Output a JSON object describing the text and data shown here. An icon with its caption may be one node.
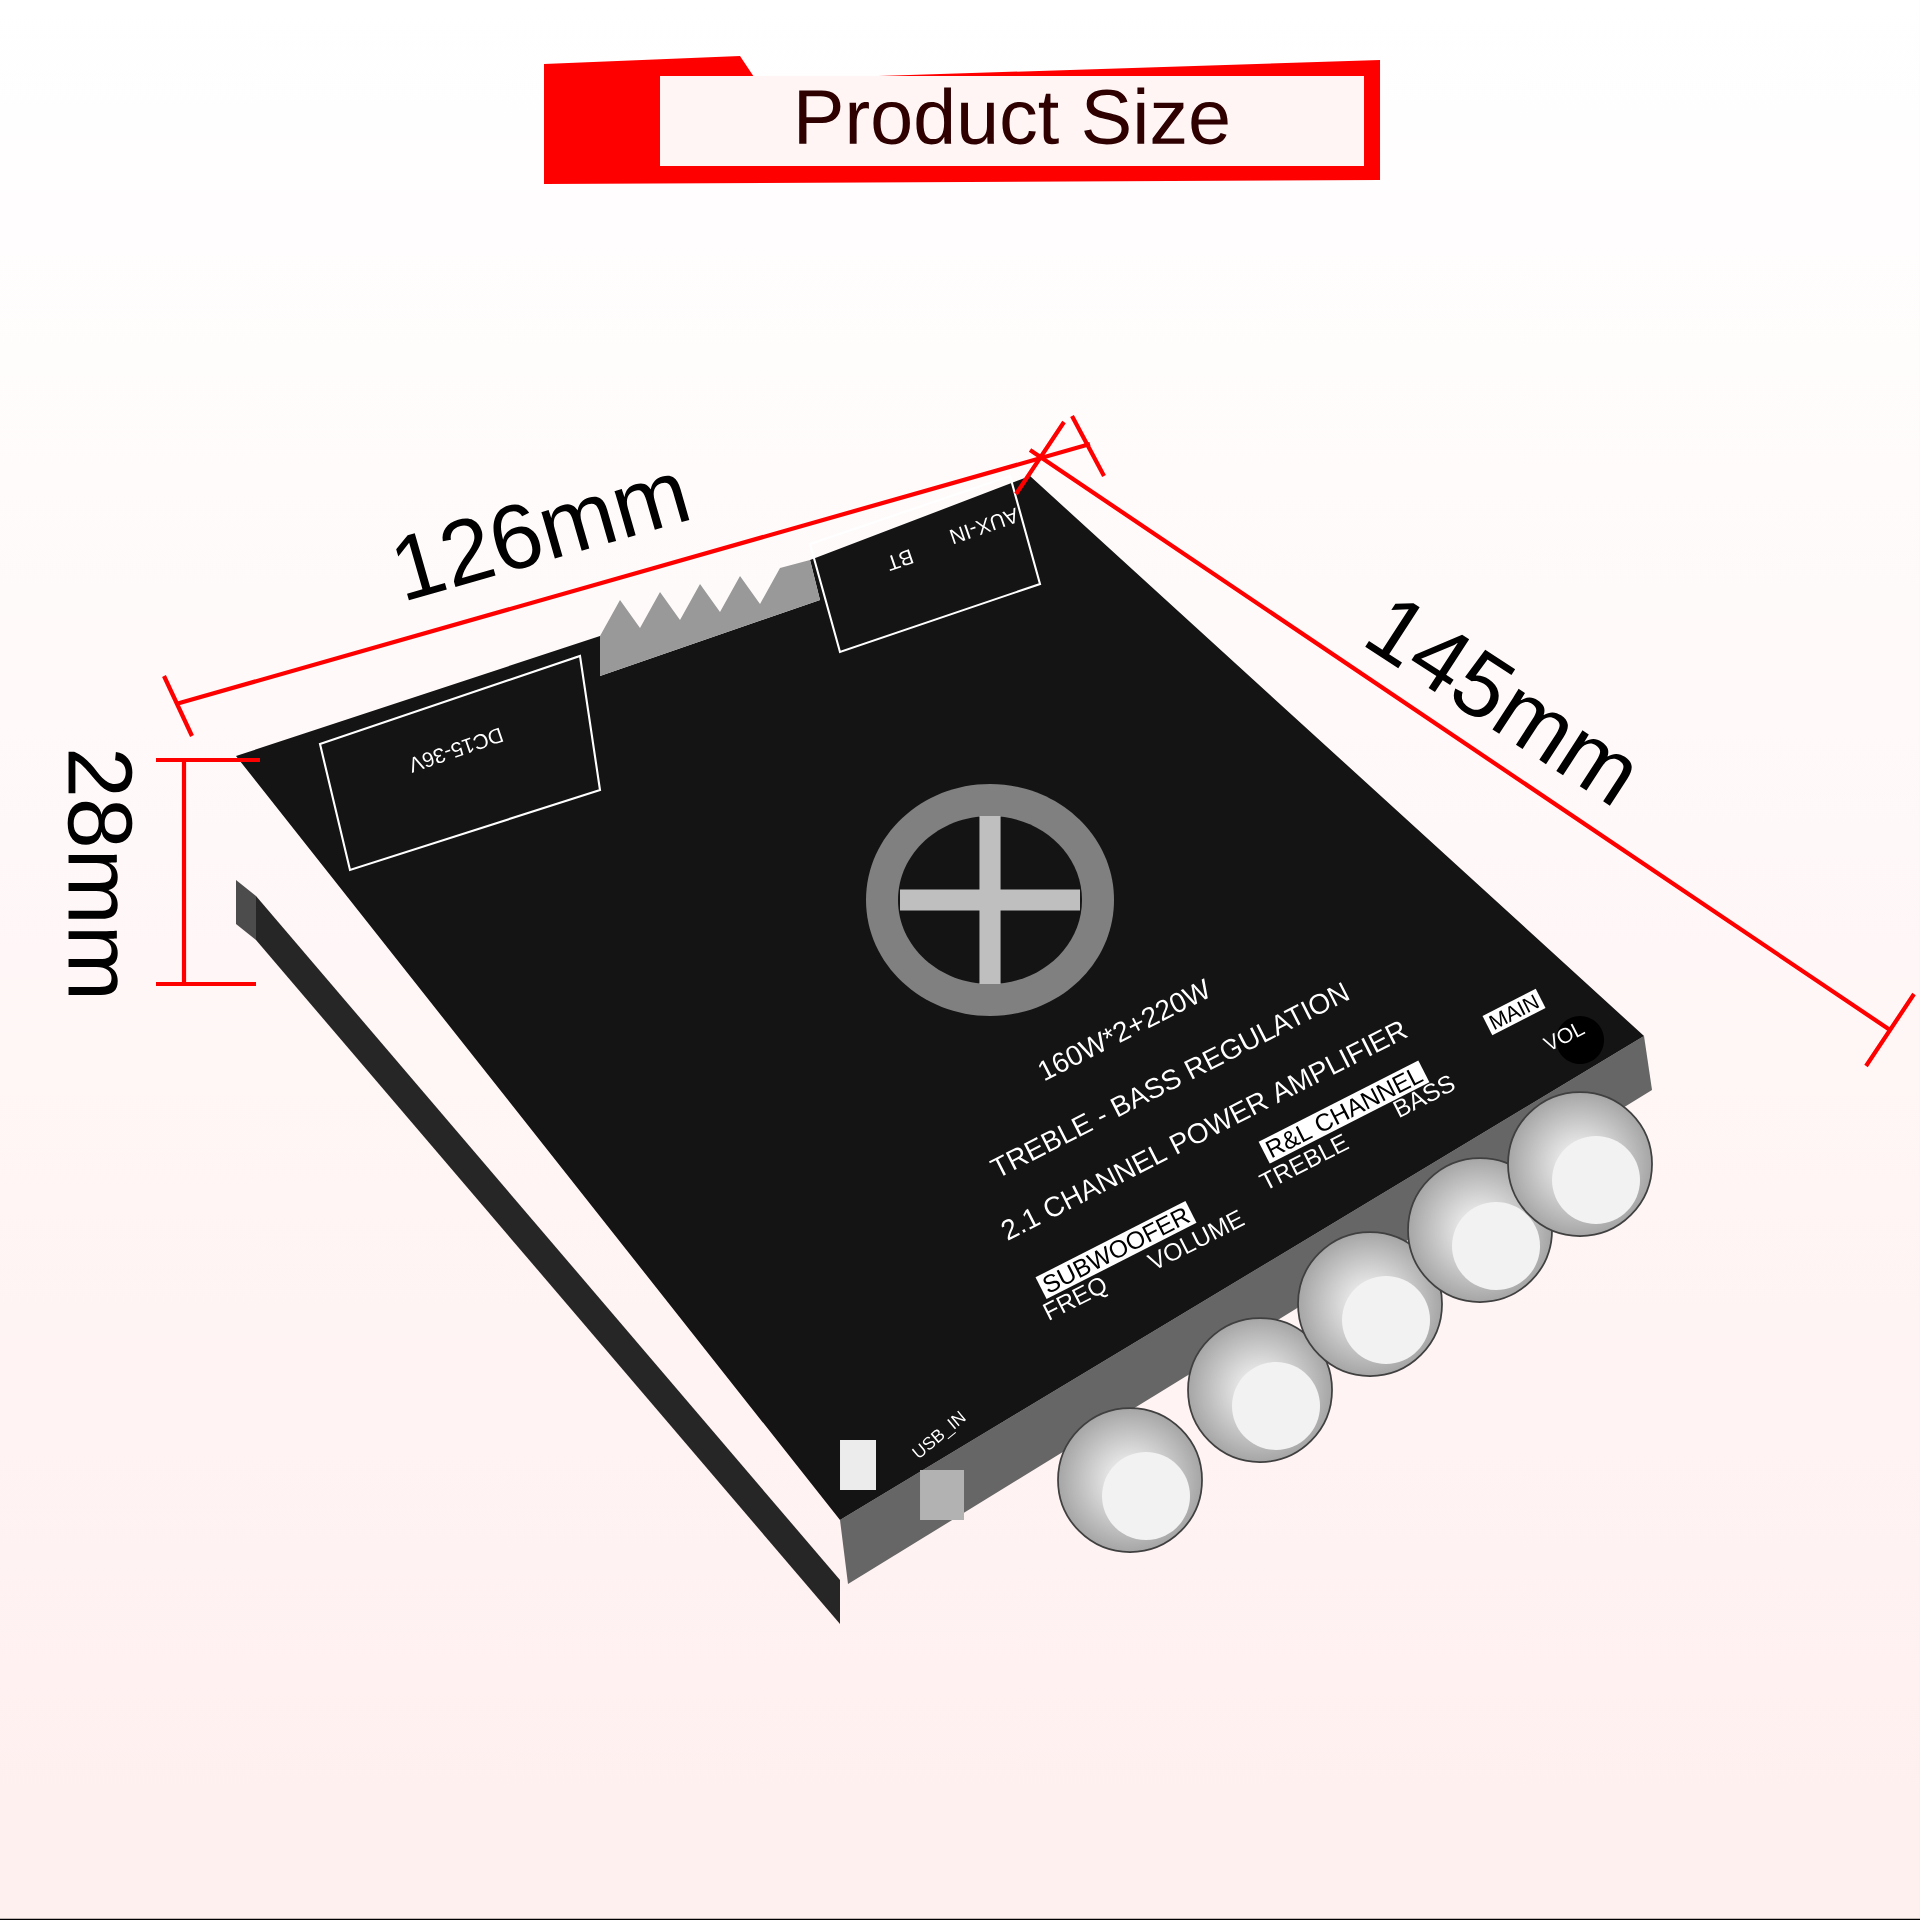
{
  "diagram": {
    "title": "Product Size",
    "labels": [
      "126mm",
      "28mm",
      "145mm",
      "DC15-36V",
      "BT",
      "AUX-IN",
      "160W*2+220W",
      "TREBLE - BASS REGULATION",
      "2.1 CHANNEL POWER AMPLIFIER",
      "MAIN",
      "VOL",
      "R&L CHANNEL",
      "BASS",
      "TREBLE",
      "SUBWOOFER",
      "VOLUME",
      "FREQ",
      "USB_IN"
    ]
  }
}
